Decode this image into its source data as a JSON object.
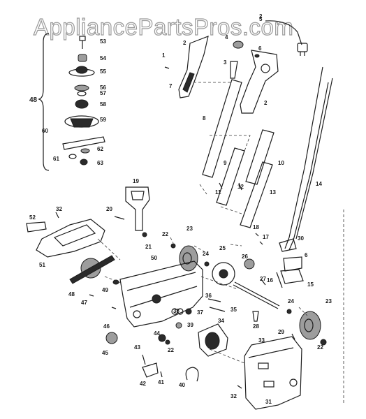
{
  "watermark": "AppliancePartsPros.com",
  "group_label": "48",
  "part_numbers": [
    "53",
    "54",
    "55",
    "56",
    "57",
    "58",
    "59",
    "60",
    "61",
    "62",
    "63",
    "1",
    "2",
    "3",
    "4",
    "5",
    "6",
    "7",
    "2",
    "8",
    "9",
    "10",
    "11",
    "12",
    "13",
    "14",
    "19",
    "20",
    "21",
    "22",
    "23",
    "24",
    "25",
    "26",
    "17",
    "18",
    "30",
    "6",
    "15",
    "16",
    "27",
    "24",
    "23",
    "28",
    "22",
    "29",
    "32",
    "52",
    "51",
    "48",
    "49",
    "47",
    "50",
    "46",
    "38",
    "36",
    "35",
    "37",
    "39",
    "34",
    "45",
    "44",
    "43",
    "42",
    "41",
    "40",
    "33",
    "31",
    "32"
  ]
}
